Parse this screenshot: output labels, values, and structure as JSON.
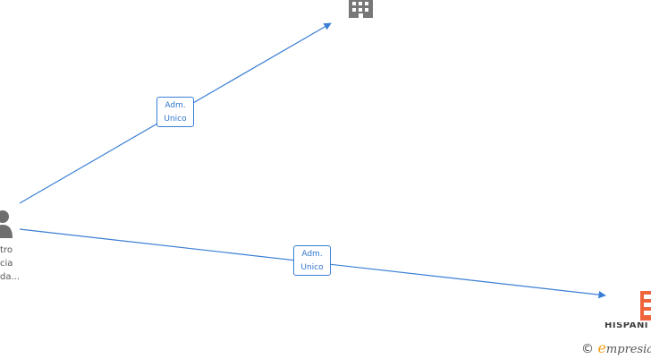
{
  "relations": [
    {
      "label_line1": "Adm.",
      "label_line2": "Unico"
    },
    {
      "label_line1": "Adm.",
      "label_line2": "Unico"
    }
  ],
  "person": {
    "name_lines": [
      "tro",
      "cia",
      "da..."
    ],
    "icon": "person-icon"
  },
  "companies": [
    {
      "icon": "building-icon",
      "color": "#777777"
    },
    {
      "icon": "building-icon",
      "color": "#f0643c",
      "name_visible": "HISPANI"
    }
  ],
  "colors": {
    "edge": "#3a7fd5",
    "label_text": "#2f75cf"
  },
  "footer": {
    "copyright_symbol": "©",
    "brand_first": "e",
    "brand_rest": "mpresia"
  }
}
